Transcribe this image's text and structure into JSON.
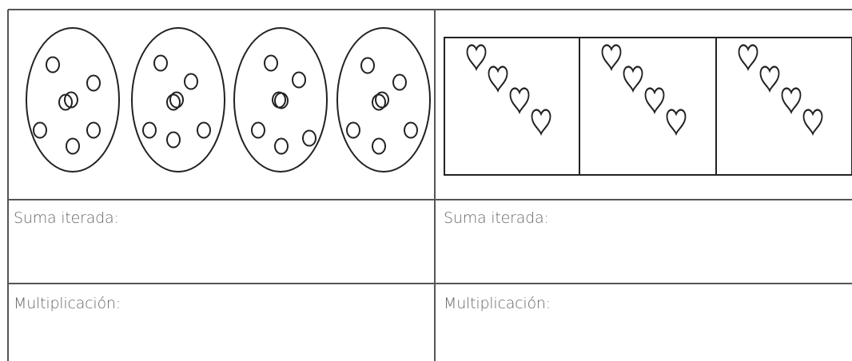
{
  "worksheet": {
    "left_problem": {
      "figure": "4 ovals with 7 circles each",
      "groups": 4,
      "items_per_group": 7,
      "item_icon": "circle-icon",
      "group_icon": "oval-group-icon",
      "iterated_sum_label": "Suma iterada:",
      "multiplication_label": "Multiplicación:"
    },
    "right_problem": {
      "figure": "3 boxes with 4 hearts each",
      "groups": 3,
      "items_per_group": 4,
      "item_icon": "heart-icon",
      "group_icon": "box-group-icon",
      "iterated_sum_label": "Suma iterada:",
      "multiplication_label": "Multiplicación:"
    },
    "line_color": "#555555",
    "text_color": "#666666"
  }
}
